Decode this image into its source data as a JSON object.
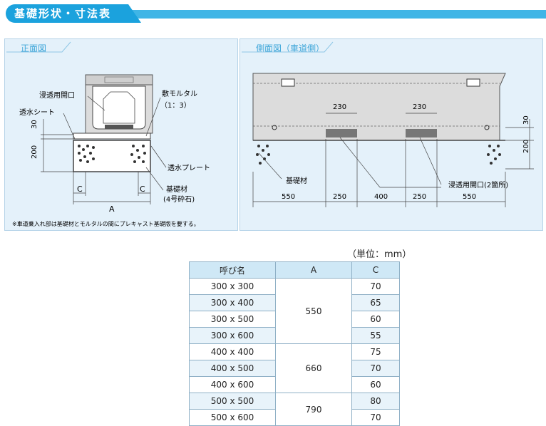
{
  "header": {
    "title": "基礎形状・寸法表"
  },
  "front": {
    "title": "正面図",
    "labels": {
      "opening": "浸透用開口",
      "mortar1": "敷モルタル",
      "mortar2": "（1：3）",
      "sheet": "透水シート",
      "plate": "透水プレート",
      "base1": "基礎材",
      "base2": "(4号砕石)",
      "dim30": "30",
      "dim200": "200",
      "c_left": "C",
      "c_right": "C",
      "a": "A"
    },
    "note": "※車道乗入れ部は基礎材とモルタルの間にプレキャスト基礎版を要する。"
  },
  "side": {
    "title": "側面図（車道側）",
    "labels": {
      "w230a": "230",
      "w230b": "230",
      "base": "基礎材",
      "opening2": "浸透用開口(2箇所)",
      "dim30": "30",
      "dim200": "200"
    },
    "bottom_dims": [
      "550",
      "250",
      "400",
      "250",
      "550"
    ]
  },
  "table": {
    "unit": "（単位：mm）",
    "headers": [
      "呼び名",
      "A",
      "C"
    ],
    "rows": [
      {
        "name": "300 x 300",
        "c": "70"
      },
      {
        "name": "300 x 400",
        "c": "65"
      },
      {
        "name": "300 x 500",
        "c": "60"
      },
      {
        "name": "300 x 600",
        "c": "55"
      },
      {
        "name": "400 x 400",
        "c": "75"
      },
      {
        "name": "400 x 500",
        "c": "70"
      },
      {
        "name": "400 x 600",
        "c": "60"
      },
      {
        "name": "500 x 500",
        "c": "80"
      },
      {
        "name": "500 x 600",
        "c": "70"
      }
    ],
    "a_groups": [
      "550",
      "660",
      "790"
    ]
  },
  "colors": {
    "accent": "#1ba2dd",
    "panel_bg": "#e4f1fa",
    "table_header": "#cfe8f6"
  }
}
